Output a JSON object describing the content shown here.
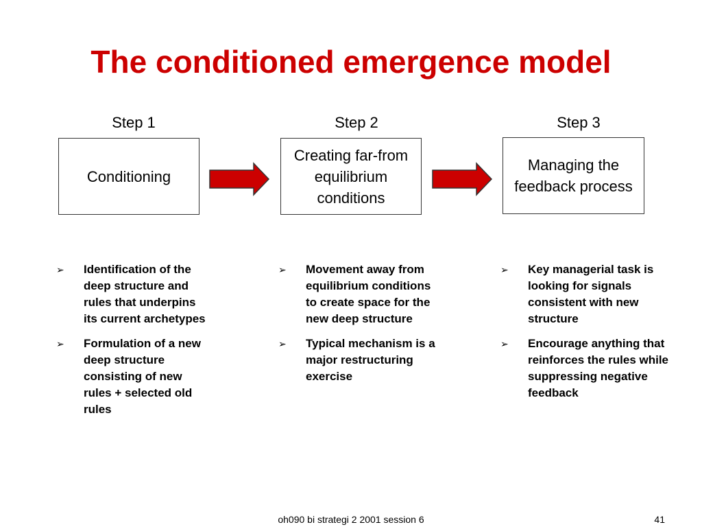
{
  "title": "The conditioned emergence model",
  "steps": [
    {
      "label": "Step 1",
      "box_text": "Conditioning",
      "bullets": [
        "Identification of the deep structure and rules that underpins its current archetypes",
        "Formulation of a new deep structure consisting of new rules + selected old rules"
      ]
    },
    {
      "label": "Step 2",
      "box_text": "Creating far-from equilibrium conditions",
      "bullets": [
        "Movement away from equilibrium conditions to create space for the new deep structure",
        "Typical mechanism is a major restructuring exercise"
      ]
    },
    {
      "label": "Step 3",
      "box_text": "Managing the feedback process",
      "bullets": [
        "Key managerial task is looking for signals consistent with new structure",
        "Encourage anything that reinforces the rules while suppressing negative feedback"
      ]
    }
  ],
  "bullet_marker": "➢",
  "colors": {
    "title": "#cc0000",
    "arrow_fill": "#cc0000",
    "arrow_stroke": "#333333"
  },
  "footer": {
    "text": "oh090 bi strategi 2 2001 session 6",
    "page_number": "41"
  }
}
